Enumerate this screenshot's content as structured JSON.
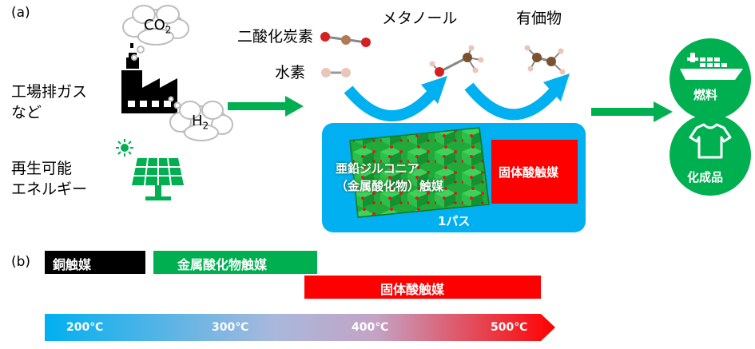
{
  "panel_a": {
    "label": "(a)",
    "sources": {
      "exhaust_line1": "工場排ガス",
      "exhaust_line2": "など",
      "renewable_line1": "再生可能",
      "renewable_line2": "エネルギー"
    },
    "clouds": {
      "co2_main": "CO",
      "co2_sub": "2",
      "h2_main": "H",
      "h2_sub": "2"
    },
    "molecules": {
      "co2": "二酸化炭素",
      "h2": "水素",
      "methanol": "メタノール",
      "product": "有価物"
    },
    "catalyst_box": {
      "zinc_zirconia_line1": "亜鉛ジルコニア",
      "zinc_zirconia_line2": "（金属酸化物）触媒",
      "solid_acid": "固体酸触媒",
      "one_pass": "1パス",
      "box_color": "#00b0f0",
      "solid_acid_color": "#ff0000"
    },
    "outputs": {
      "fuel": "燃料",
      "chemicals": "化成品",
      "color": "#00b050"
    }
  },
  "panel_b": {
    "label": "(b)",
    "bars": {
      "copper": "銅触媒",
      "metal_oxide": "金属酸化物触媒",
      "solid_acid": "固体酸触媒"
    },
    "colors": {
      "copper": "#000000",
      "metal_oxide": "#00b050",
      "solid_acid": "#ff0000"
    },
    "temperatures": [
      "200℃",
      "300℃",
      "400℃",
      "500℃"
    ]
  }
}
